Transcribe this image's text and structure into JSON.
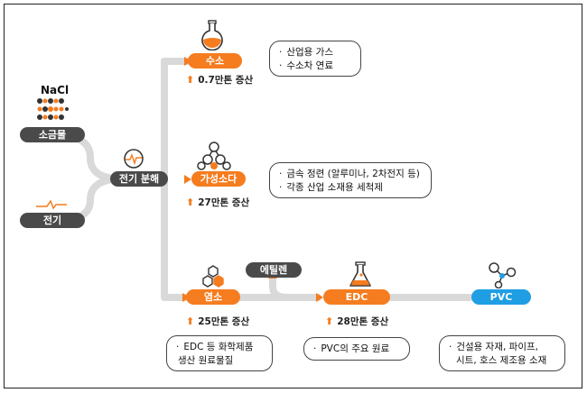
{
  "nacl_label": "NaCl",
  "inputs": {
    "salt_water": "소금물",
    "electricity": "전기"
  },
  "process": "전기 분해",
  "products": {
    "hydrogen": {
      "label": "수소",
      "production": "0.7만톤 증산",
      "uses": [
        "산업용 가스",
        "수소차 연료"
      ]
    },
    "caustic_soda": {
      "label": "가성소다",
      "production": "27만톤 증산",
      "uses": [
        "금속 정련 (알루미나, 2차전지 등)",
        "각종 산업 소재용 세척제"
      ]
    },
    "chlorine": {
      "label": "염소",
      "production": "25만톤 증산",
      "uses": [
        "EDC 등 화학제품",
        "생산 원료물질"
      ]
    }
  },
  "ethylene": "에틸렌",
  "edc": {
    "label": "EDC",
    "production": "28만톤 증산",
    "uses": [
      "PVC의 주요 원료"
    ]
  },
  "pvc": {
    "label": "PVC",
    "uses": [
      "건설용 자재, 파이프,",
      "시트, 호스 제조용 소재"
    ]
  },
  "bullet": "·",
  "colors": {
    "orange": "#f57c1f",
    "gray": "#4a4a4a",
    "blue": "#1f9ee3",
    "connector": "#d9d9d9"
  }
}
